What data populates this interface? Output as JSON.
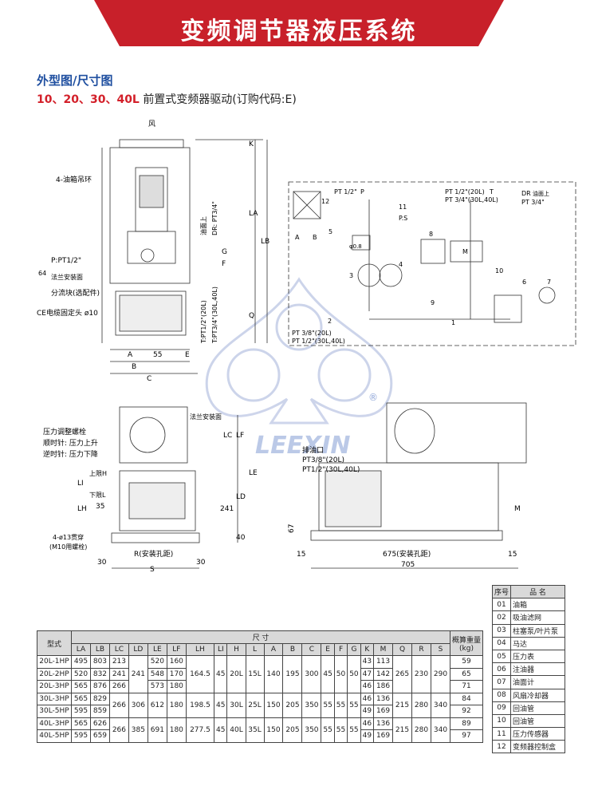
{
  "banner": {
    "title": "变频调节器液压系统",
    "bg_color": "#c8202a"
  },
  "heading": "外型图/尺寸图",
  "subheading": {
    "models": "10、20、30、40L",
    "desc": "前置式变频器驱动(订购代码:E)"
  },
  "front_view": {
    "wind": "风",
    "lifting_ring": "4-油箱吊环",
    "pressure_port": "P:PT1/2\"",
    "flange_face": "法兰安装面",
    "dim_64": "64",
    "splitter": "分流块(选配件)",
    "ce_cable": "CE电缆固定头 ø10",
    "dr_port_a": "油面上",
    "dr_port_b": "DR: PT3/4\"",
    "t_port_a": "T:PT1/2\"(20L)",
    "t_port_b": "T:PT3/4\"(30L,40L)",
    "dims": [
      "K",
      "LA",
      "LB",
      "F",
      "G",
      "Q",
      "A",
      "55",
      "E",
      "B",
      "C"
    ]
  },
  "side_view": {
    "flange_face": "法兰安装面",
    "adjust_screw": "压力调整螺栓",
    "cw": "顺时针: 压力上升",
    "ccw": "逆时针: 压力下降",
    "upper_limit": "上限H",
    "lower_limit": "下限L",
    "holes_a": "4-ø13贯穿",
    "holes_b": "(M10用螺栓)",
    "dims": [
      "LC",
      "LF",
      "LE",
      "LD",
      "LI",
      "LH",
      "35",
      "241",
      "40",
      "30",
      "30",
      "R(安装孔距)",
      "S"
    ]
  },
  "rear_view": {
    "drain_label": "排油口",
    "drain_a": "PT3/8\"(20L)",
    "drain_b": "PT1/2\"(30L,40L)",
    "dims": [
      "M",
      "67",
      "15",
      "15",
      "675(安装孔距)",
      "705"
    ]
  },
  "circuit": {
    "pt_p": "PT 1/2\"",
    "p_box": "P",
    "t_line_a": "PT 1/2\"(20L)",
    "t_line_b": "PT 3/4\"(30L,40L)",
    "t_box": "T",
    "dr_box": "DR",
    "dr_text": "油面上",
    "dr_size": "PT 3/4\"",
    "ps": "P.S",
    "orifice": "φ0.8",
    "suction_a": "PT 3/8\"(20L)",
    "suction_b": "PT 1/2\"(30L,40L)",
    "a_label": "A",
    "b_label": "B",
    "m_label": "M",
    "nums": [
      "1",
      "2",
      "3",
      "4",
      "5",
      "6",
      "7",
      "8",
      "9",
      "10",
      "11",
      "12"
    ]
  },
  "watermark": {
    "brand": "LEEXIN",
    "reg": "®"
  },
  "spec_table": {
    "model_header": "型式",
    "dims_header": "尺 寸",
    "weight_header": "概算重量",
    "weight_unit": "(kg)",
    "columns": [
      "LA",
      "LB",
      "LC",
      "LD",
      "LE",
      "LF",
      "LH",
      "LI",
      "H",
      "L",
      "A",
      "B",
      "C",
      "E",
      "F",
      "G",
      "K",
      "M",
      "Q",
      "R",
      "S"
    ],
    "groups": [
      {
        "shared": {
          "LD": "241",
          "LH": "164.5",
          "LI": "45",
          "H": "20L",
          "L": "15L",
          "A": "140",
          "B": "195",
          "C": "300",
          "E": "45",
          "F": "50",
          "G": "50",
          "Q": "265",
          "R": "230",
          "S": "290"
        },
        "rows": [
          {
            "model": "20L-1HP",
            "LA": "495",
            "LB": "803",
            "LC": "213",
            "LE": "520",
            "LF": "160",
            "K": "43",
            "M": "113",
            "weight": "59"
          },
          {
            "model": "20L-2HP",
            "LA": "520",
            "LB": "832",
            "LC": "241",
            "LE": "548",
            "LF": "170",
            "K": "47",
            "M": "142",
            "weight": "65"
          },
          {
            "model": "20L-3HP",
            "LA": "565",
            "LB": "876",
            "LC": "266",
            "LE": "573",
            "LF": "180",
            "K": "46",
            "M": "186",
            "weight": "71"
          }
        ]
      },
      {
        "shared": {
          "LC": "266",
          "LD": "306",
          "LE": "612",
          "LF": "180",
          "LH": "198.5",
          "LI": "45",
          "H": "30L",
          "L": "25L",
          "A": "150",
          "B": "205",
          "C": "350",
          "E": "55",
          "F": "55",
          "G": "55",
          "Q": "215",
          "R": "280",
          "S": "340"
        },
        "rows": [
          {
            "model": "30L-3HP",
            "LA": "565",
            "LB": "829",
            "K": "46",
            "M": "136",
            "weight": "84"
          },
          {
            "model": "30L-5HP",
            "LA": "595",
            "LB": "859",
            "K": "49",
            "M": "169",
            "weight": "92"
          }
        ]
      },
      {
        "shared": {
          "LC": "266",
          "LD": "385",
          "LE": "691",
          "LF": "180",
          "LH": "277.5",
          "LI": "45",
          "H": "40L",
          "L": "35L",
          "A": "150",
          "B": "205",
          "C": "350",
          "E": "55",
          "F": "55",
          "G": "55",
          "Q": "215",
          "R": "280",
          "S": "340"
        },
        "rows": [
          {
            "model": "40L-3HP",
            "LA": "565",
            "LB": "626",
            "K": "46",
            "M": "136",
            "weight": "89"
          },
          {
            "model": "40L-5HP",
            "LA": "595",
            "LB": "659",
            "K": "49",
            "M": "169",
            "weight": "97"
          }
        ]
      }
    ]
  },
  "parts_table": {
    "headers": [
      "序号",
      "品 名"
    ],
    "rows": [
      [
        "01",
        "油箱"
      ],
      [
        "02",
        "吸油滤网"
      ],
      [
        "03",
        "柱塞泵/叶片泵"
      ],
      [
        "04",
        "马达"
      ],
      [
        "05",
        "压力表"
      ],
      [
        "06",
        "注油器"
      ],
      [
        "07",
        "油面计"
      ],
      [
        "08",
        "风扇冷却器"
      ],
      [
        "09",
        "回油管"
      ],
      [
        "10",
        "回油管"
      ],
      [
        "11",
        "压力传感器"
      ],
      [
        "12",
        "变频器控制盒"
      ]
    ]
  }
}
